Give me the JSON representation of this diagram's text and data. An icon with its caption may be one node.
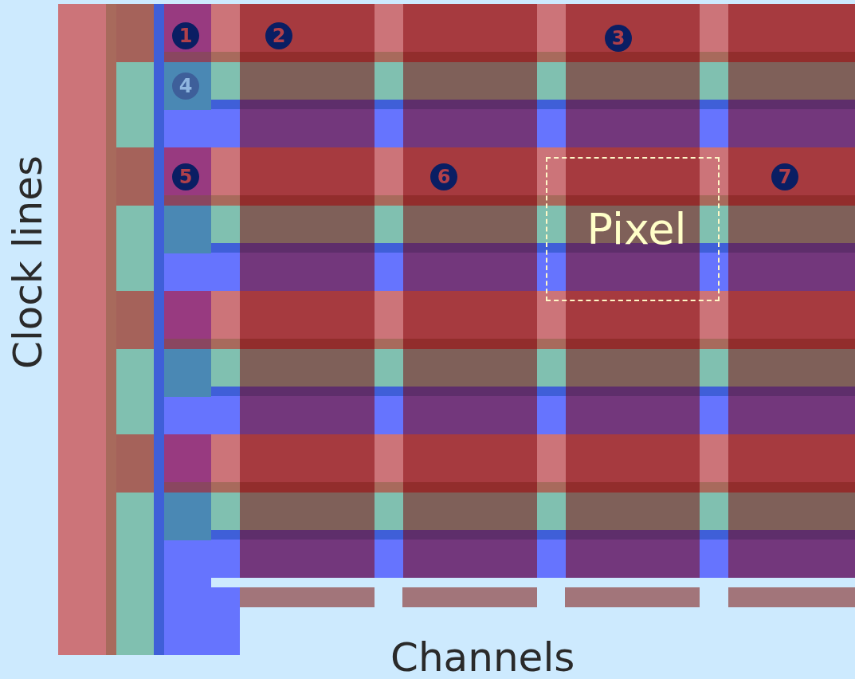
{
  "diagram": {
    "nodes": [
      {
        "text": [
          "Pixel"
        ]
      }
    ],
    "labels": [
      "1",
      "2",
      "3",
      "4",
      "5",
      "6",
      "7",
      "Clock lines",
      "Channels"
    ]
  }
}
